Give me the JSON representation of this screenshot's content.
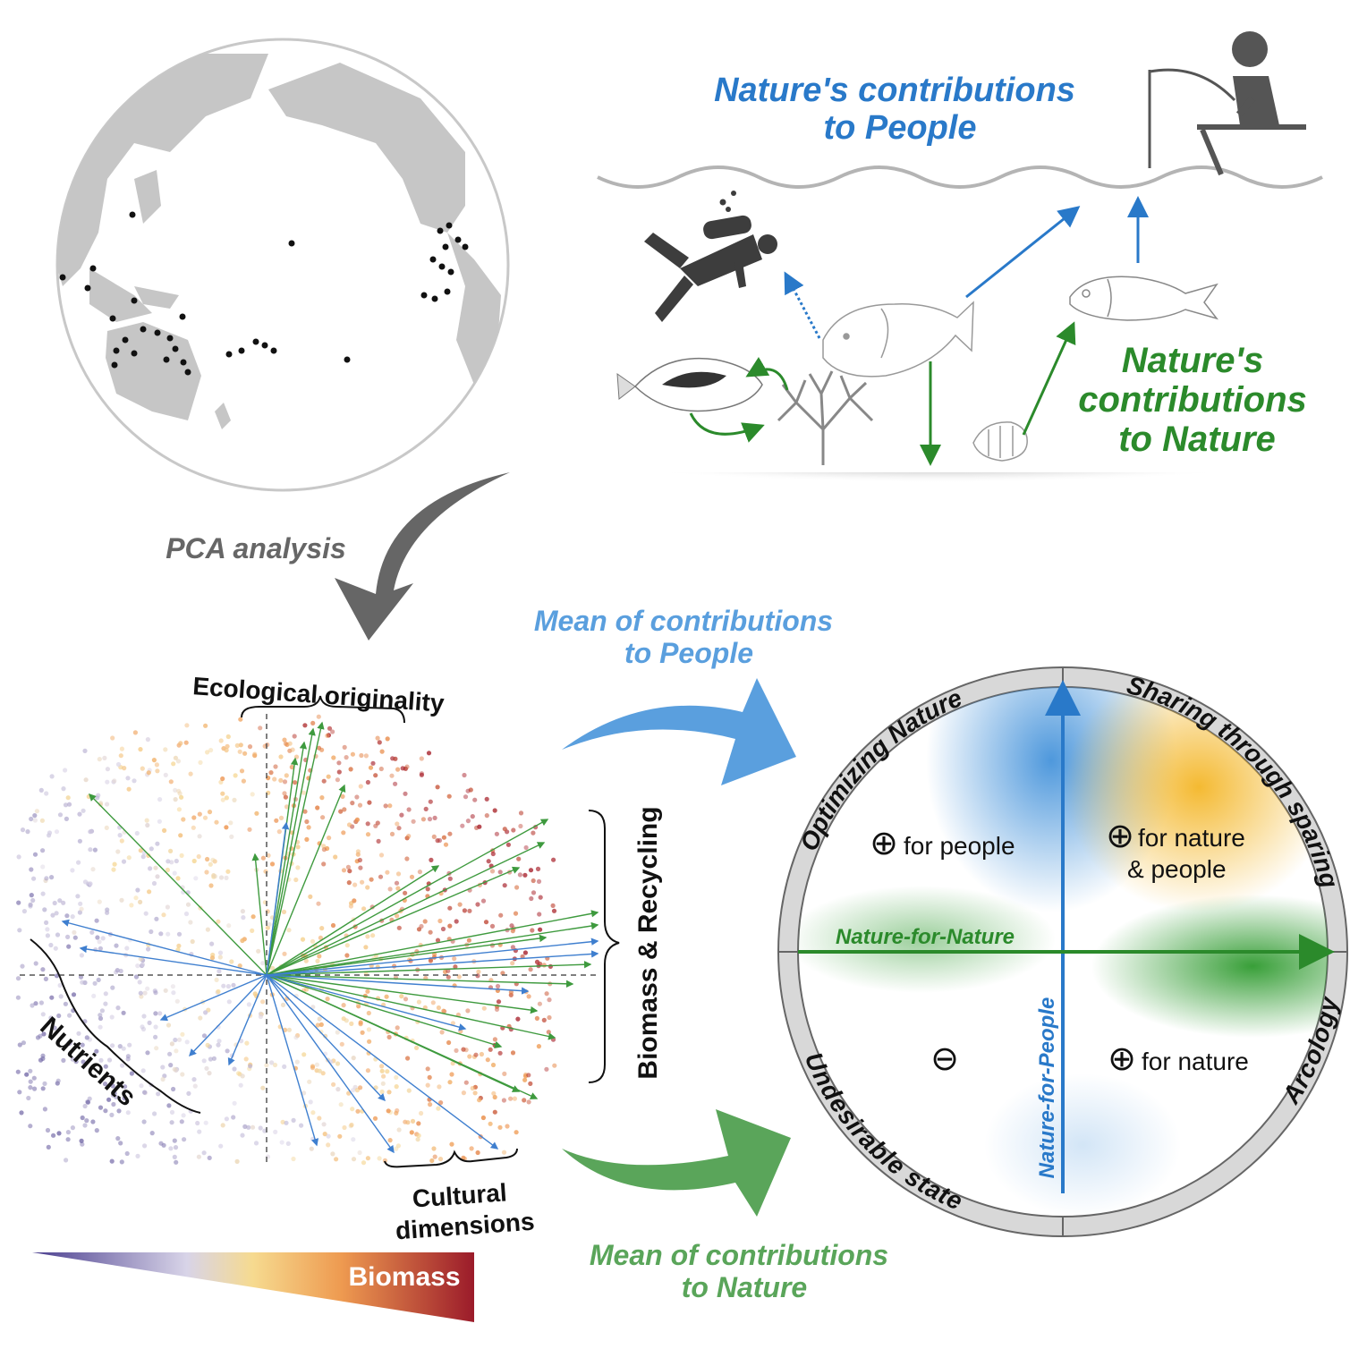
{
  "colors": {
    "people_blue": "#2979c9",
    "nature_green": "#2b8a2b",
    "gray_text": "#666666",
    "black": "#111111",
    "land_gray": "#c6c6c6",
    "ring_gray": "#d8d8d8"
  },
  "top_scene": {
    "ncp_title_line1": "Nature's contributions",
    "ncp_title_line2": "to People",
    "ncn_title_line1": "Nature's",
    "ncn_title_line2": "contributions",
    "ncn_title_line3": "to Nature",
    "icons": [
      "globe-map",
      "fisher-icon",
      "diver-icon",
      "parrotfish-icon",
      "dead-fish-icon",
      "surgeonfish-icon",
      "coral-icon",
      "butterflyfish-icon"
    ]
  },
  "pca": {
    "arrow_label": "PCA analysis",
    "group_ecological": "Ecological originality",
    "group_biomass": "Biomass & Recycling",
    "group_nutrients": "Nutrients",
    "group_cultural_line1": "Cultural",
    "group_cultural_line2": "dimensions",
    "biomass_legend": "Biomass"
  },
  "flow": {
    "people_mean_line1": "Mean of contributions",
    "people_mean_line2": "to People",
    "nature_mean_line1": "Mean of contributions",
    "nature_mean_line2": "to Nature"
  },
  "quadrant": {
    "ring_top_left": "Optimizing Nature",
    "ring_top_right": "Sharing through sparing",
    "ring_bottom_left": "Undesirable state",
    "ring_bottom_right": "Arcology",
    "axis_nature": "Nature-for-Nature",
    "axis_people": "Nature-for-People",
    "q_top_left": "for people",
    "q_top_right_line1": "for nature",
    "q_top_right_line2": "& people",
    "q_bottom_right": "for nature",
    "plus_symbol": "⊕",
    "minus_symbol": "⊖"
  }
}
